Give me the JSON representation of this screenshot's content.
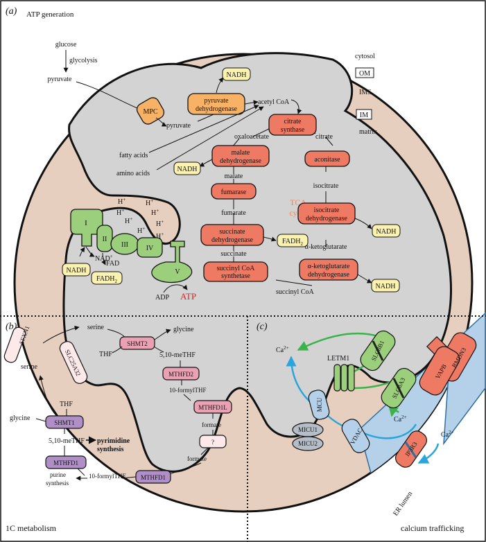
{
  "panels": {
    "a": {
      "letter": "a",
      "title": "ATP generation"
    },
    "b": {
      "letter": "b",
      "title": "1C metabolism"
    },
    "c": {
      "letter": "c",
      "title": "calcium trafficking"
    }
  },
  "compartments": {
    "cytosol": "cytosol",
    "om": "OM",
    "ims": "IMS",
    "im": "IM",
    "matrix": "matrix"
  },
  "metabolites": {
    "glucose": "glucose",
    "glycolysis": "glycolysis",
    "pyruvate": "pyruvate",
    "acetyl_coa": "acetyl CoA",
    "fatty_acids": "fatty acids",
    "amino_acids": "amino acids",
    "oxaloacetate": "oxaloacetate",
    "citrate": "citrate",
    "malate": "malate",
    "isocitrate": "isocitrate",
    "fumarate": "fumarate",
    "succinate": "succinate",
    "alpha_kg": "α-ketoglutarate",
    "succinyl_coa": "succinyl CoA",
    "nad": "NAD",
    "fad": "FAD",
    "adp": "ADP",
    "atp": "ATP",
    "h": "H"
  },
  "cofactors": {
    "nadh": "NADH",
    "fadh": "FADH"
  },
  "tca_label": [
    "TCA",
    "cycle"
  ],
  "enzymes": {
    "mpc": "MPC",
    "pdh": [
      "pyruvate",
      "dehydrogenase"
    ],
    "cs": [
      "citrate",
      "synthase"
    ],
    "mdh": [
      "malate",
      "dehydrogenase"
    ],
    "aconitase": "aconitase",
    "fumarase": "fumarase",
    "idh": [
      "isocitrate",
      "dehydrogenase"
    ],
    "sdh": [
      "succinate",
      "dehydrogenase"
    ],
    "scs": [
      "succinyl CoA",
      "synthetase"
    ],
    "akgdh": [
      "α-ketoglutarate",
      "dehydrogenase"
    ]
  },
  "etc": {
    "c1": "I",
    "c2": "II",
    "c3": "III",
    "c4": "IV",
    "c5": "V"
  },
  "one_carbon": {
    "serine": "serine",
    "glycine": "glycine",
    "thf": "THF",
    "meTHF": "5,10-meTHF",
    "formylTHF": "10-formylTHF",
    "formate": "formate",
    "pyrimidine": [
      "pyrimidine",
      "synthesis"
    ],
    "purine": [
      "purine",
      "synthesis"
    ],
    "sfxn1": "SFXN1",
    "slc25a32": "SLC25A32",
    "shmt2": "SHMT2",
    "mthfd2": "MTHFD2",
    "mthfd1l": "MTHFD1L",
    "unknown": "?",
    "shmt1": "SHMT1",
    "mthfd1": "MTHFD1"
  },
  "calcium": {
    "ca": "Ca",
    "ca_charge": "2+",
    "letm1": "LETM1",
    "mcu": "MCU",
    "micu1": "MICU1",
    "micu2": "MICU2",
    "vdac": "VDAC",
    "slc8b1": "SLC8B1",
    "slc8a3": "SLC8A3",
    "ip3r3": "IP3R3",
    "rmdn3": "RMDN3",
    "vapb": "VAPB",
    "er_lumen": "ER lumen"
  },
  "colors": {
    "ims": "#e7cfc0",
    "matrix": "#d3d3d3",
    "er": "#b5d1ea",
    "enzyme_red": "#ee7a64",
    "enzyme_orange": "#f7b266",
    "nadh_yellow": "#fbf2b0",
    "etc_green": "#9ccf7c",
    "one_c_pink": "#eba1b4",
    "one_c_purple": "#b08fc6",
    "calcium_blue": "#2aa4dc",
    "calcium_green": "#3bb24a",
    "tca_text": "#ee8a55",
    "atp_red": "#e0201c"
  }
}
